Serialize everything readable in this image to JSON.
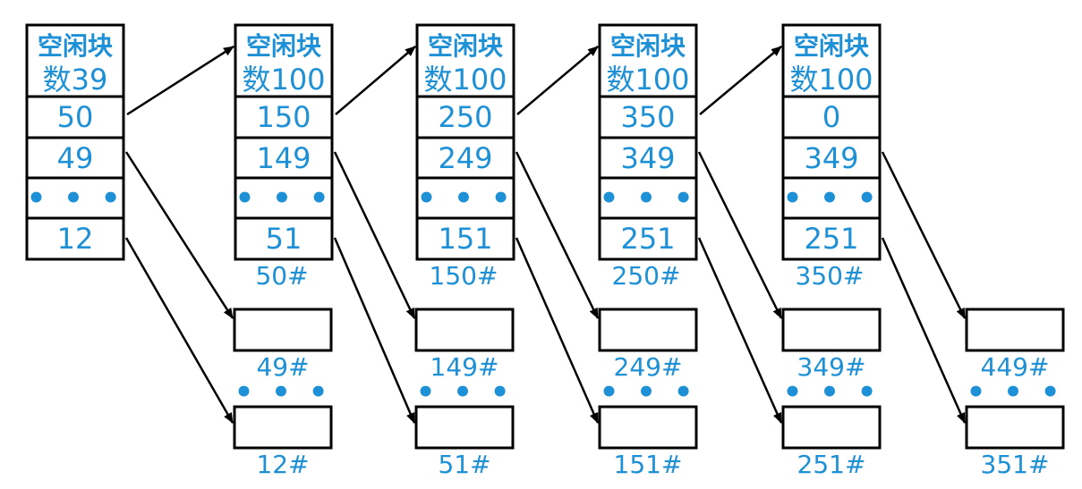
{
  "colors": {
    "text": "#1E90D6",
    "stroke": "#000000",
    "background": "#ffffff"
  },
  "groups": [
    {
      "header_line1": "空闲块",
      "header_line2": "数39",
      "cells": [
        "50",
        "49",
        "• • •",
        "12"
      ],
      "label": "",
      "children": [
        {
          "label": "49#"
        },
        {
          "label": "12#"
        }
      ]
    },
    {
      "header_line1": "空闲块",
      "header_line2": "数100",
      "cells": [
        "150",
        "149",
        "• • •",
        "51"
      ],
      "label": "50#",
      "children": [
        {
          "label": "149#"
        },
        {
          "label": "51#"
        }
      ]
    },
    {
      "header_line1": "空闲块",
      "header_line2": "数100",
      "cells": [
        "250",
        "249",
        "• • •",
        "151"
      ],
      "label": "150#",
      "children": [
        {
          "label": "249#"
        },
        {
          "label": "151#"
        }
      ]
    },
    {
      "header_line1": "空闲块",
      "header_line2": "数100",
      "cells": [
        "350",
        "349",
        "• • •",
        "251"
      ],
      "label": "250#",
      "children": [
        {
          "label": "349#"
        },
        {
          "label": "251#"
        }
      ]
    },
    {
      "header_line1": "空闲块",
      "header_line2": "数100",
      "cells": [
        "0",
        "349",
        "• • •",
        "251"
      ],
      "label": "350#",
      "children": [
        {
          "label": "449#"
        },
        {
          "label": "351#"
        }
      ]
    }
  ],
  "child_dots": "• • •"
}
